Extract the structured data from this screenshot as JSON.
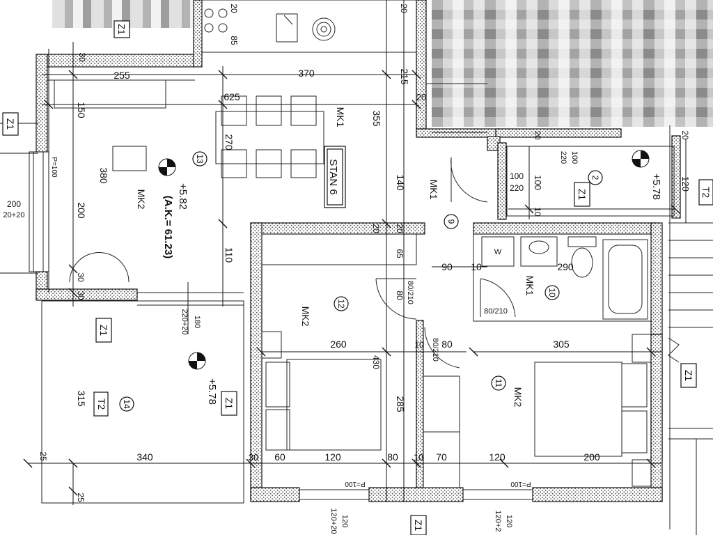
{
  "apartment": {
    "name": "STAN 6"
  },
  "window_codes": {
    "z1": "Z1",
    "t2": "T2"
  },
  "room_numbers": {
    "r2": "2",
    "r9": "9",
    "r10": "10",
    "r11": "11",
    "r12": "12",
    "r13": "13",
    "r14": "14"
  },
  "furniture_codes": {
    "mk1": "MK1",
    "mk2": "MK2"
  },
  "levels": {
    "living": "+5.82",
    "ak": "(A.K.= 61.23)",
    "terrace": "+5.78",
    "bath2": "+5.78"
  },
  "door_codes": {
    "d80_210": "80/210"
  },
  "parapet": {
    "p100": "P=100",
    "p100_inv": "P=100"
  },
  "sanitary": {
    "washer": "W"
  },
  "dimensions": {
    "d20": "20",
    "d85": "85",
    "d30": "30",
    "d255": "255",
    "d370": "370",
    "d215": "215",
    "d625": "625",
    "d150": "150",
    "d355": "355",
    "d270": "270",
    "d380": "380",
    "d200": "200",
    "d200_20_20": "20+20",
    "d140": "140",
    "d100": "100",
    "d220": "220",
    "d110": "110",
    "d65": "65",
    "d90": "90",
    "d10": "10",
    "d290": "290",
    "d180": "180",
    "d220_20": "220+20",
    "d260": "260",
    "d430": "430",
    "d80": "80",
    "d305": "305",
    "d315": "315",
    "d285": "285",
    "d25": "25",
    "d340": "340",
    "d60": "60",
    "d120": "120",
    "d70": "70",
    "d120_20": "120+20",
    "d120_2": "120+2"
  }
}
